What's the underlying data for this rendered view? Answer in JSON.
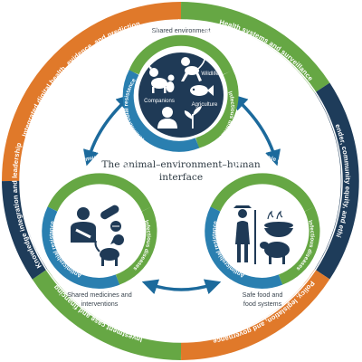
{
  "colors": {
    "orange": "#e0792a",
    "green": "#66a744",
    "navy": "#1e3c5a",
    "blue": "#2a7fb0",
    "dark_navy": "#1b3550",
    "icon_navy": "#1f3a56",
    "arrow_blue": "#1c6a9c"
  },
  "outer_ring": {
    "top_left": "Integrated digital health, evidence, and prediction",
    "top_right": "Health systems and surveillance",
    "right": "Gender, community equity, and ethics",
    "bottom_right": "Policy, legislation, and governance",
    "bottom_left": "Investment case and financing",
    "left": "Knowledge integration and leadership"
  },
  "center_title_line1": "The animal–environment–human",
  "center_title_line2": "interface",
  "segments": {
    "ncd": "Non-communicable diseases",
    "infectious": "Infectious diseases",
    "amr": "Antimicrobial resistance"
  },
  "circle_top": {
    "caption": "Shared environment",
    "labels": {
      "wildlife": "Wildlife",
      "companions": "Companions",
      "agriculture": "Agriculture"
    },
    "icons": [
      "monkey-icon",
      "dog-cat-icon",
      "fish-icon",
      "person-icon",
      "plant-icon"
    ]
  },
  "circle_left": {
    "caption_line1": "Shared medicines and",
    "caption_line2": "interventions",
    "icons": [
      "doctor-icon",
      "pills-icon",
      "dog-icon"
    ]
  },
  "circle_right": {
    "caption_line1": "Safe food and",
    "caption_line2": "food systems",
    "icons": [
      "farmer-icon",
      "food-bowl-icon",
      "sheep-icon"
    ]
  }
}
